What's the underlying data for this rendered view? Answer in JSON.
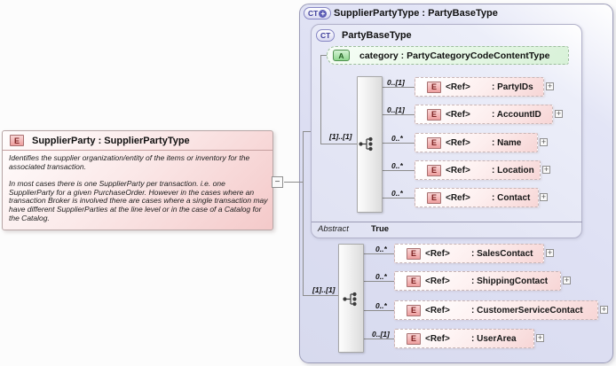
{
  "badges": {
    "element": "E",
    "attribute": "A",
    "complex": "CT"
  },
  "icons": {
    "expand_glyph": "+",
    "collapse_glyph": "−",
    "extension_plus_glyph": "+"
  },
  "left_panel": {
    "title": "SupplierParty : SupplierPartyType",
    "description_p1": "Identifies the supplier organization/entity of the items or inventory for the associated transaction.",
    "description_p2": "In most cases there is one SupplierParty per transaction. i.e. one SupplierParty for a given PurchaseOrder. However in the cases where an transaction Broker is involved there are cases where a single transaction may have different SupplierParties at the line level or in the case of a Catalog for the Catalog."
  },
  "diagram": {
    "title": "SupplierPartyType : PartyBaseType",
    "base": {
      "title": "PartyBaseType",
      "attribute": {
        "label": "category : PartyCategoryCodeContentType"
      },
      "group_cardinality": "[1]..[1]",
      "elements": [
        {
          "ref": "<Ref>",
          "name": ": PartyIDs",
          "cardinality": "0..[1]"
        },
        {
          "ref": "<Ref>",
          "name": ": AccountID",
          "cardinality": "0..[1]"
        },
        {
          "ref": "<Ref>",
          "name": ": Name",
          "cardinality": "0..*"
        },
        {
          "ref": "<Ref>",
          "name": ": Location",
          "cardinality": "0..*"
        },
        {
          "ref": "<Ref>",
          "name": ": Contact",
          "cardinality": "0..*"
        }
      ],
      "footer": {
        "label": "Abstract",
        "value": "True"
      }
    },
    "extension": {
      "group_cardinality": "[1]..[1]",
      "elements": [
        {
          "ref": "<Ref>",
          "name": ": SalesContact",
          "cardinality": "0..*"
        },
        {
          "ref": "<Ref>",
          "name": ": ShippingContact",
          "cardinality": "0..*"
        },
        {
          "ref": "<Ref>",
          "name": ": CustomerServiceContact",
          "cardinality": "0..*"
        },
        {
          "ref": "<Ref>",
          "name": ": UserArea",
          "cardinality": "0..[1]"
        }
      ]
    }
  }
}
